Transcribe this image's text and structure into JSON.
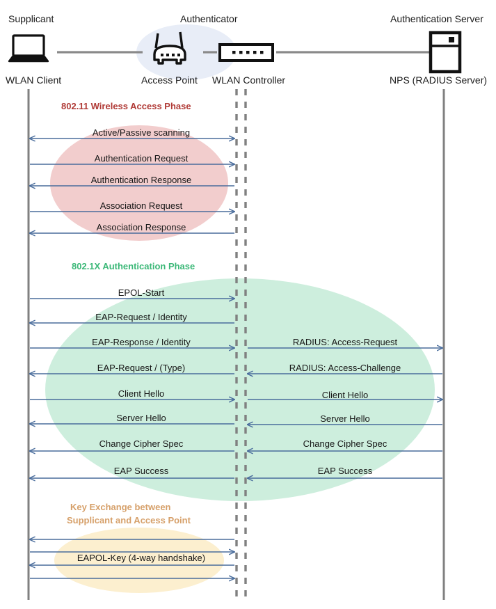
{
  "diagram": {
    "title": "802.1X / WPA Enterprise WLAN authentication sequence",
    "type": "sequence-diagram",
    "colors": {
      "lifeline": "#808080",
      "arrow": "#4a6d9c",
      "phase_red_text": "#b03a36",
      "phase_green_text": "#3cb878",
      "phase_orange_text": "#d6a06a",
      "ellipse_red": "#f2cdcd",
      "ellipse_green": "#cdeedd",
      "ellipse_orange": "#fcefcf",
      "ellipse_blue": "#e8edf7",
      "link_line": "#8a8a8a",
      "icon": "#000000"
    }
  },
  "roles": [
    {
      "id": "supplicant",
      "title": "Supplicant",
      "node": "WLAN Client",
      "icon": "laptop-icon"
    },
    {
      "id": "authenticator",
      "title": "Authenticator",
      "node": "Access Point",
      "icon": "wireless-router-icon"
    },
    {
      "id": "controller",
      "title": "",
      "node": "WLAN Controller",
      "icon": "network-switch-icon"
    },
    {
      "id": "authserver",
      "title": "Authentication Server",
      "node": "NPS (RADIUS Server)",
      "icon": "server-tower-icon"
    }
  ],
  "phases": [
    {
      "id": "phase-80211",
      "label": "802.11 Wireless Access Phase",
      "label_color": "#b03a36",
      "messages": [
        {
          "text": "Active/Passive scanning",
          "lane": "left",
          "direction": "both"
        },
        {
          "text": "Authentication Request",
          "lane": "left",
          "direction": "right"
        },
        {
          "text": "Authentication Response",
          "lane": "left",
          "direction": "left"
        },
        {
          "text": "Association Request",
          "lane": "left",
          "direction": "right"
        },
        {
          "text": "Association Response",
          "lane": "left",
          "direction": "left"
        }
      ]
    },
    {
      "id": "phase-8021x",
      "label": "802.1X Authentication Phase",
      "label_color": "#3cb878",
      "messages": [
        {
          "text": "EPOL-Start",
          "lane": "left",
          "direction": "right"
        },
        {
          "text": "EAP-Request / Identity",
          "lane": "left",
          "direction": "left"
        },
        {
          "text": "EAP-Response / Identity",
          "lane": "left",
          "direction": "right"
        },
        {
          "text": "RADIUS: Access-Request",
          "lane": "right",
          "direction": "right"
        },
        {
          "text": "EAP-Request / (Type)",
          "lane": "left",
          "direction": "left"
        },
        {
          "text": "RADIUS: Access-Challenge",
          "lane": "right",
          "direction": "left"
        },
        {
          "text": "Client Hello",
          "lane": "left",
          "direction": "right"
        },
        {
          "text": "Client Hello",
          "lane": "right",
          "direction": "right"
        },
        {
          "text": "Server Hello",
          "lane": "left",
          "direction": "left"
        },
        {
          "text": "Server Hello",
          "lane": "right",
          "direction": "left"
        },
        {
          "text": "Change Cipher Spec",
          "lane": "left",
          "direction": "left"
        },
        {
          "text": "Change Cipher Spec",
          "lane": "right",
          "direction": "left"
        },
        {
          "text": "EAP Success",
          "lane": "left",
          "direction": "left"
        },
        {
          "text": "EAP Success",
          "lane": "right",
          "direction": "left"
        }
      ]
    },
    {
      "id": "phase-keyexchange",
      "label_line1": "Key Exchange between",
      "label_line2": "Supplicant and Access Point",
      "label_color": "#d6a06a",
      "messages": [
        {
          "text": "",
          "lane": "left",
          "direction": "left"
        },
        {
          "text": "",
          "lane": "left",
          "direction": "right"
        },
        {
          "text": "EAPOL-Key (4-way handshake)",
          "lane": "left",
          "direction": "left"
        },
        {
          "text": "",
          "lane": "left",
          "direction": "right"
        }
      ]
    }
  ]
}
